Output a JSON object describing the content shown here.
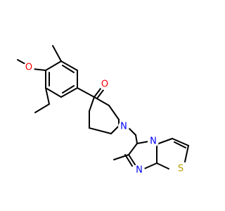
{
  "molecule": {
    "colors": {
      "bond": "#000000",
      "oxygen": "#ff0000",
      "nitrogen": "#0000ff",
      "sulfur": "#b8a000",
      "background": "#ffffff"
    },
    "atoms": {
      "methoxy_o": "O",
      "ketone_o": "O",
      "piperidine_n": "N",
      "imidazole_n_bridge": "N",
      "imidazole_n": "N",
      "thiazole_s": "S"
    }
  }
}
